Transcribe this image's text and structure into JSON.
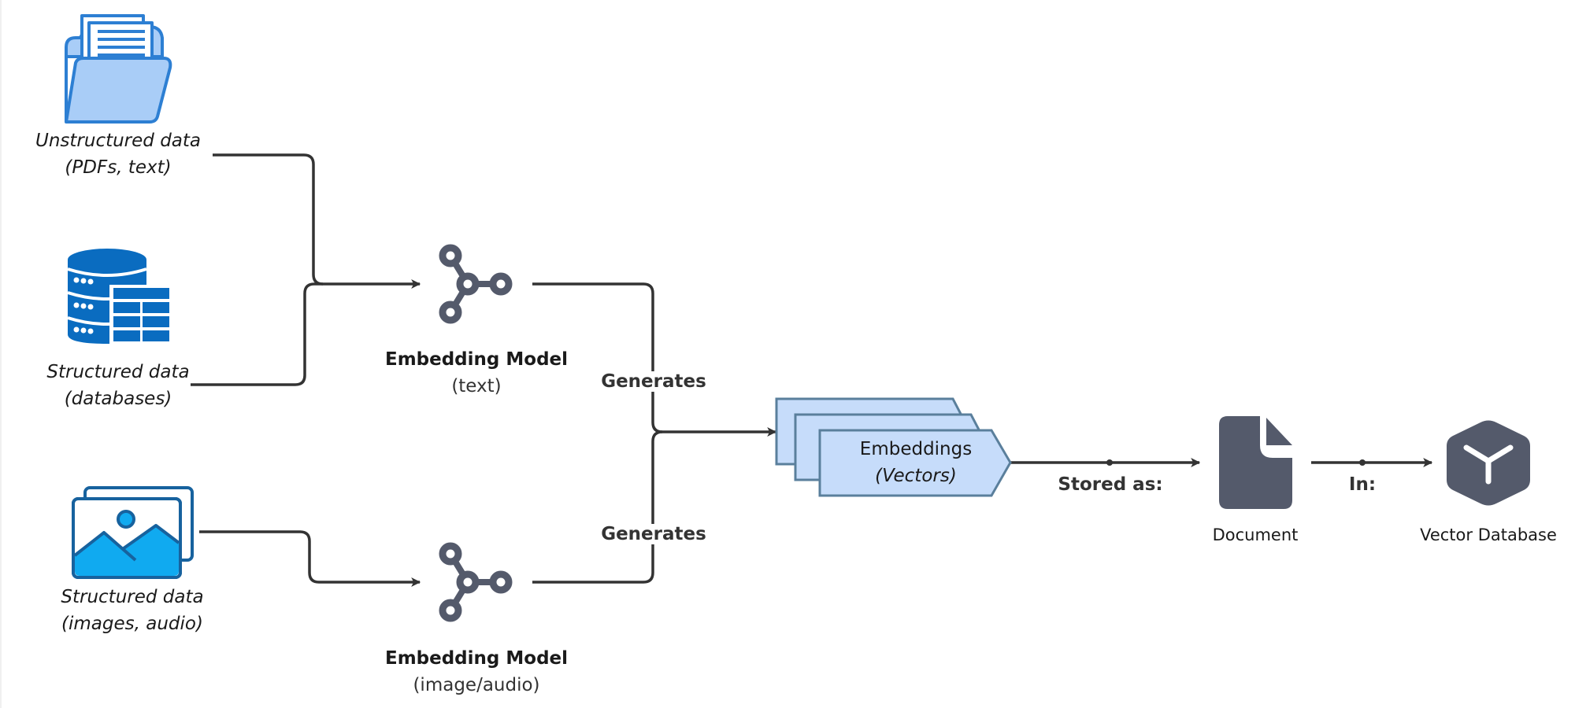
{
  "sources": [
    {
      "id": "unstructured",
      "icon": "folder-documents-icon",
      "title": "Unstructured data",
      "subtitle": "(PDFs, text)"
    },
    {
      "id": "structured-db",
      "icon": "database-table-icon",
      "title": "Structured data",
      "subtitle": "(databases)"
    },
    {
      "id": "structured-media",
      "icon": "image-gallery-icon",
      "title": "Structured data",
      "subtitle": "(images, audio)"
    }
  ],
  "models": [
    {
      "id": "text-model",
      "icon": "network-nodes-icon",
      "title": "Embedding Model",
      "subtitle": "(text)"
    },
    {
      "id": "media-model",
      "icon": "network-nodes-icon",
      "title": "Embedding Model",
      "subtitle": "(image/audio)"
    }
  ],
  "edges": {
    "generates_top": "Generates",
    "generates_bottom": "Generates",
    "stored_as": "Stored as:",
    "in": "In:"
  },
  "embeddings": {
    "title": "Embeddings",
    "subtitle": "(Vectors)"
  },
  "document": {
    "label": "Document"
  },
  "vector_db": {
    "label": "Vector Database"
  },
  "colors": {
    "line": "#333333",
    "icon_dark": "#545a6b",
    "folder_fill": "#a9cdf7",
    "folder_stroke": "#2d7fd3",
    "db_blue": "#0a6cc0",
    "image_fill": "#10aaf0",
    "image_stroke": "#17629e",
    "emb_fill": "#c6dcfa",
    "emb_stroke": "#5a7f9c"
  }
}
